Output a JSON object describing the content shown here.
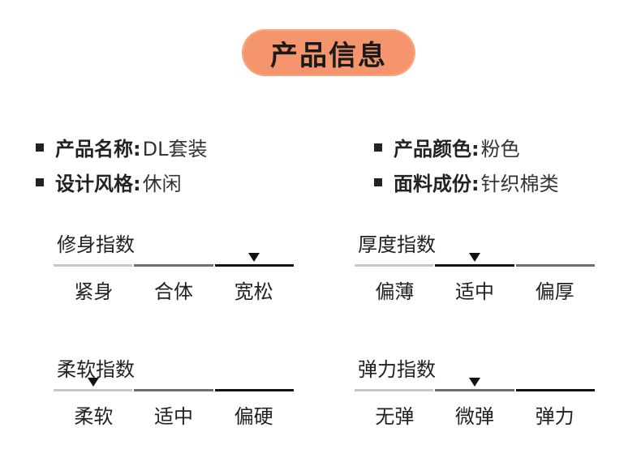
{
  "title": "产品信息",
  "info": {
    "left": [
      {
        "label": "产品名称:",
        "value": "DL套装"
      },
      {
        "label": "设计风格:",
        "value": "休闲"
      }
    ],
    "right": [
      {
        "label": "产品颜色:",
        "value": "粉色"
      },
      {
        "label": "面料成份:",
        "value": "针织棉类"
      }
    ]
  },
  "scales": [
    {
      "title": "修身指数",
      "options": [
        "紧身",
        "合体",
        "宽松"
      ],
      "selected": 2
    },
    {
      "title": "厚度指数",
      "options": [
        "偏薄",
        "适中",
        "偏厚"
      ],
      "selected": 1
    },
    {
      "title": "柔软指数",
      "options": [
        "柔软",
        "适中",
        "偏硬"
      ],
      "selected": 0
    },
    {
      "title": "弹力指数",
      "options": [
        "无弹",
        "微弹",
        "弹力"
      ],
      "selected": 1
    }
  ]
}
